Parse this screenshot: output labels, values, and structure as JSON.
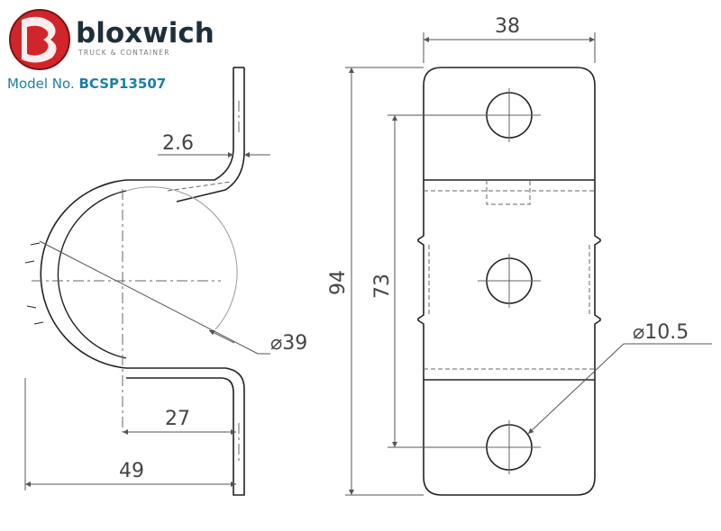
{
  "brand": {
    "name": "bloxwich",
    "tagline": "TRUCK & CONTAINER",
    "accent_color": "#d0262b"
  },
  "model": {
    "label": "Model No.",
    "number": "BCSP13507",
    "color": "#1b7fa8"
  },
  "dimensions": {
    "side": {
      "thickness": "2.6",
      "bore_diameter": "⌀39",
      "center_offset": "27",
      "overall_width": "49"
    },
    "front": {
      "plate_width": "38",
      "overall_height": "94",
      "hole_pitch": "73",
      "hole_diameter": "⌀10.5"
    }
  }
}
